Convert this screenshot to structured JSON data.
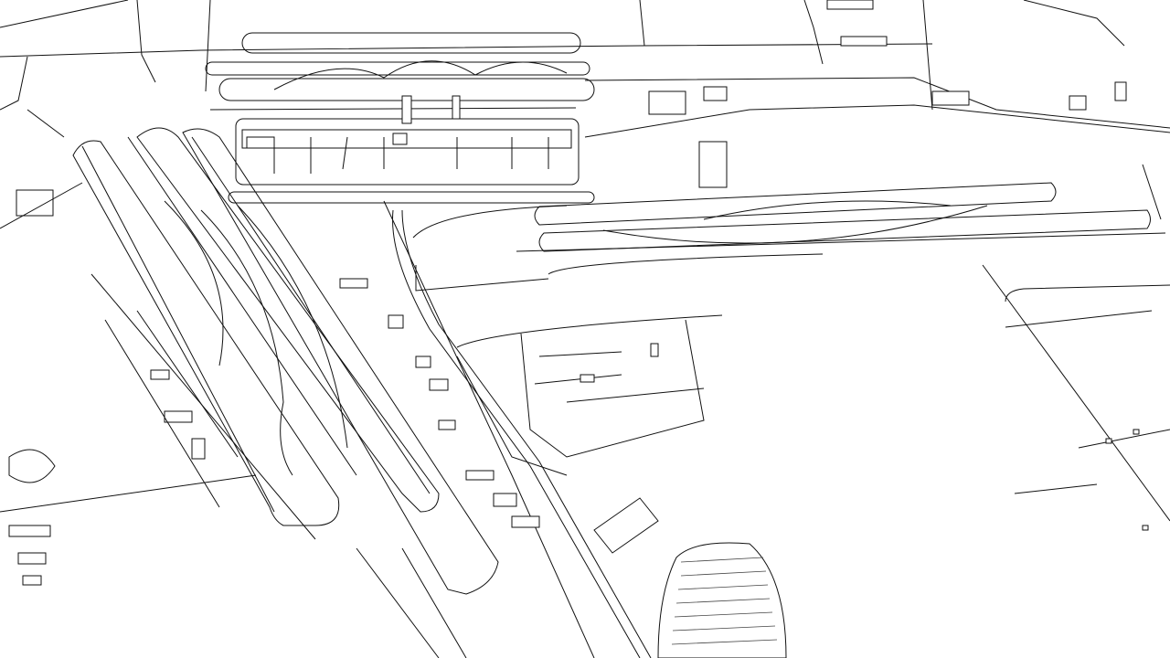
{
  "map": {
    "style": "line-drawing",
    "background": "#ffffff",
    "stroke": "#111111",
    "features": [
      "runways",
      "taxiways",
      "terminal",
      "roads",
      "buildings",
      "solar-farm"
    ]
  }
}
